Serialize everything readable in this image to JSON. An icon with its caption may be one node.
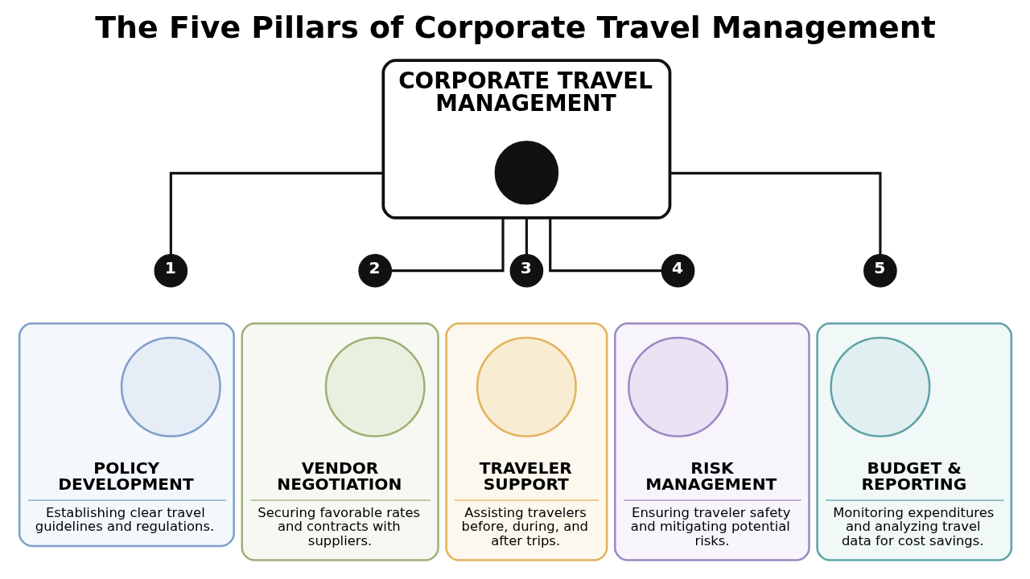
{
  "diagram": {
    "title": "The Five Pillars of Corporate Travel Management",
    "nodes": [
      {
        "text": [
          "CORPORATE TRAVEL MANAGEMENT"
        ]
      },
      {
        "text": [],
        "shape": "circle",
        "in": 0
      },
      {
        "text": [
          "1"
        ]
      },
      {
        "text": [
          "2"
        ]
      },
      {
        "text": [
          "3"
        ]
      },
      {
        "text": [
          "4"
        ]
      },
      {
        "text": [
          "5"
        ]
      },
      {
        "text": [
          "POLICY DEVELOPMENT",
          "Establishing clear travel guidelines and regulations."
        ]
      },
      {
        "text": [],
        "shape": "circle",
        "in": 7
      },
      {
        "text": [
          "VENDOR NEGOTIATION",
          "Securing favorable rates and contracts with suppliers."
        ]
      },
      {
        "text": [],
        "shape": "circle",
        "in": 9
      },
      {
        "text": [
          "TRAVELER SUPPORT",
          "Assisting travelers before, during, and after trips."
        ]
      },
      {
        "text": [],
        "shape": "circle",
        "in": 11
      },
      {
        "text": [
          "RISK MANAGEMENT",
          "Ensuring traveler safety and mitigating potential risks."
        ]
      },
      {
        "text": [],
        "shape": "circle",
        "in": 13
      },
      {
        "text": [
          "BUDGET & REPORTING",
          "Monitoring expenditures and analyzing travel data for cost savings."
        ]
      },
      {
        "text": [],
        "shape": "circle",
        "in": 15
      }
    ],
    "edges": [
      {
        "from": 0,
        "to": 2,
        "arrow": "none"
      },
      {
        "from": 0,
        "to": 3,
        "arrow": "none"
      },
      {
        "from": 0,
        "to": 4,
        "arrow": "none"
      },
      {
        "from": 0,
        "to": 5,
        "arrow": "none"
      },
      {
        "from": 0,
        "to": 6,
        "arrow": "none"
      }
    ]
  }
}
